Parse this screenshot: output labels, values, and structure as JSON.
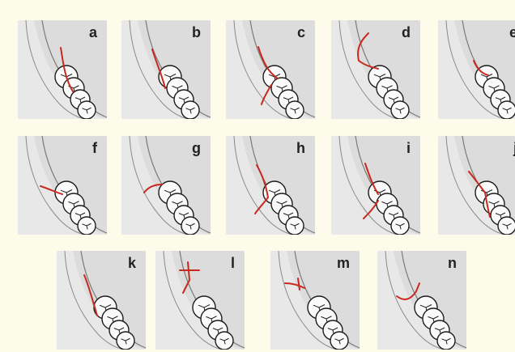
{
  "figure": {
    "panels": [
      {
        "label": "a",
        "variant": "a"
      },
      {
        "label": "b",
        "variant": "b"
      },
      {
        "label": "c",
        "variant": "c"
      },
      {
        "label": "d",
        "variant": "d"
      },
      {
        "label": "e",
        "variant": "e"
      },
      {
        "label": "f",
        "variant": "f"
      },
      {
        "label": "g",
        "variant": "g"
      },
      {
        "label": "h",
        "variant": "h"
      },
      {
        "label": "i",
        "variant": "i"
      },
      {
        "label": "j",
        "variant": "j"
      },
      {
        "label": "k",
        "variant": "k"
      },
      {
        "label": "l",
        "variant": "l"
      },
      {
        "label": "m",
        "variant": "m"
      },
      {
        "label": "n",
        "variant": "n"
      }
    ],
    "colors": {
      "background": "#fdfbea",
      "paper": "#e9e9e9",
      "shading": "#b9b9b9",
      "tooth_outline": "#1c1c1c",
      "incision_line": "#c8281e"
    }
  }
}
